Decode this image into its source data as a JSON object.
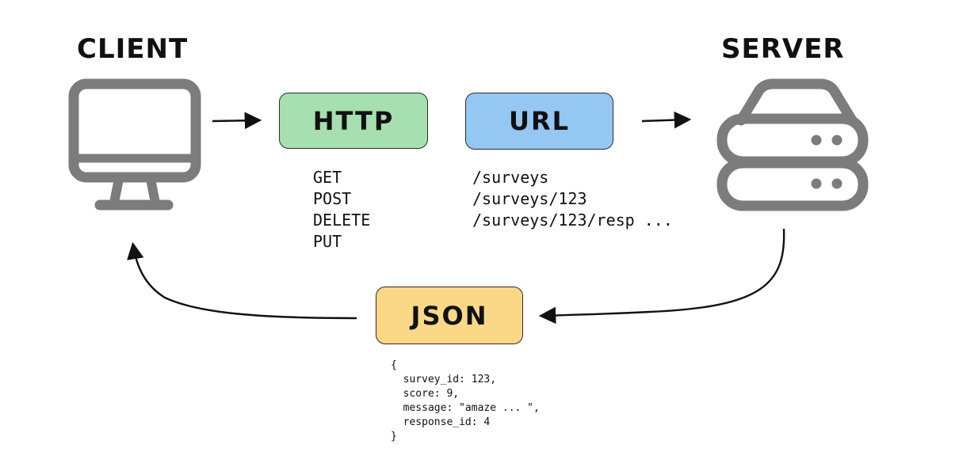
{
  "client": {
    "title": "CLIENT"
  },
  "server": {
    "title": "SERVER"
  },
  "http": {
    "label": "HTTP",
    "color": "#a6dfb0",
    "methods": [
      "GET",
      "POST",
      "DELETE",
      "PUT"
    ]
  },
  "url": {
    "label": "URL",
    "color": "#94c7f2",
    "paths": [
      "/surveys",
      "/surveys/123",
      "/surveys/123/resp ..."
    ]
  },
  "json": {
    "label": "JSON",
    "color": "#fad887",
    "lines": [
      "{",
      "  survey_id: 123,",
      "  score: 9,",
      "  message: \"amaze ... \",",
      "  response_id: 4",
      "}"
    ]
  },
  "colors": {
    "icon": "#7c7c7c",
    "arrow": "#111111"
  },
  "icons": {
    "client": "monitor-icon",
    "server": "server-stack-icon"
  }
}
